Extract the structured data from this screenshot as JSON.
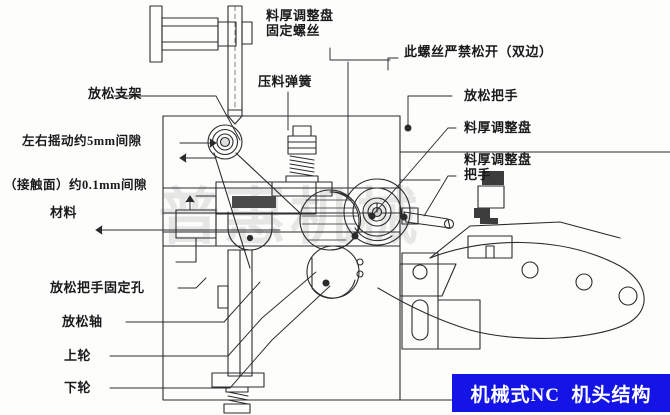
{
  "document": {
    "kind": "technical-line-drawing",
    "background_color": "#fdfdfc",
    "line_color": "#2b2b2b"
  },
  "watermark": {
    "text": "普惠机械",
    "color": "#000000"
  },
  "banner": {
    "text": "机械式NC  机头结构",
    "background_color": "#1414e6",
    "text_color": "#ffffff"
  },
  "labels": {
    "thickness_dial_fixing_screw": "料厚调整盘\n固定螺丝",
    "release_bracket": "放松支架",
    "pressure_spring": "压料弹簧",
    "screw_no_loosen": "此螺丝严禁松开（双边）",
    "release_handle": "放松把手",
    "thickness_adjust_dial": "料厚调整盘",
    "thickness_adjust_dial_handle": "料厚调整盘\n把手",
    "swing_clearance": "左右摇动约5mm间隙",
    "contact_clearance": "（接触面）约0.1mm间隙",
    "material": "材料",
    "release_handle_fixing_hole": "放松把手固定孔",
    "release_shaft": "放松轴",
    "upper_wheel": "上轮",
    "lower_wheel": "下轮"
  }
}
